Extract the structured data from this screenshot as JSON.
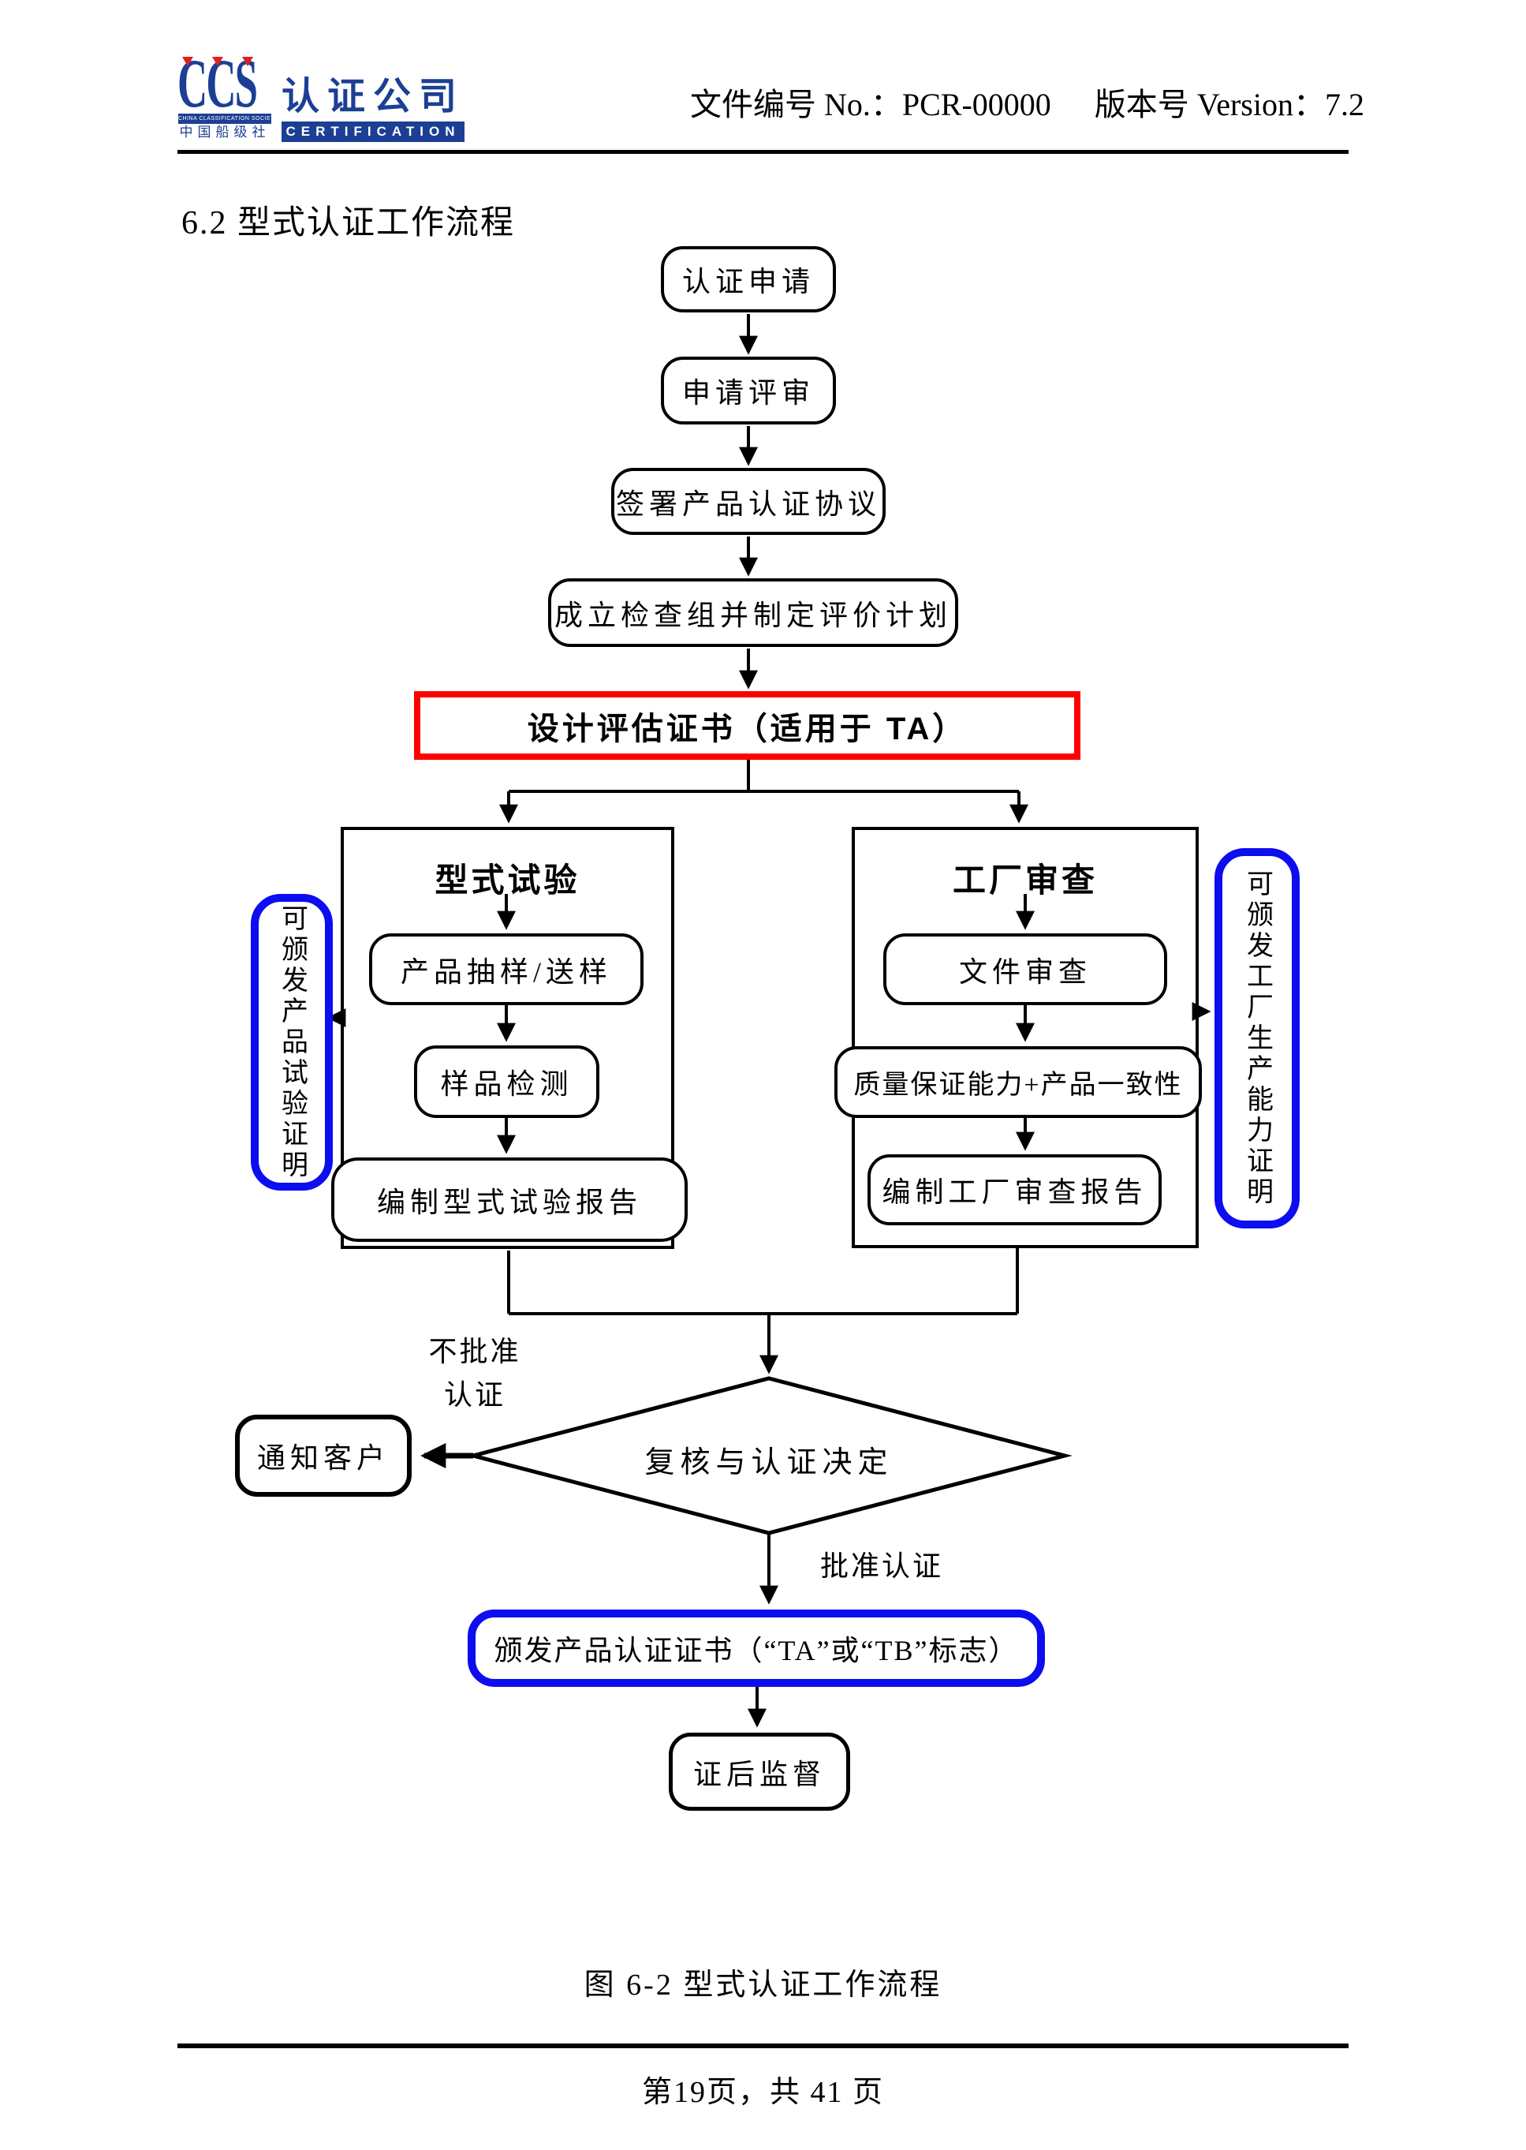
{
  "page": {
    "doc_no": "文件编号 No.：PCR-00000",
    "version": "版本号 Version：7.2",
    "section_title": "6.2 型式认证工作流程",
    "caption": "图 6-2 型式认证工作流程",
    "footer": "第19页，共 41 页"
  },
  "logo": {
    "ccs": "CCS",
    "brand_cn": "认证公司",
    "society_en": "CHINA CLASSIFICATION SOCIETY",
    "society_cn": "中国船级社",
    "certification": "CERTIFICATION",
    "brand_blue": "#1c3f94",
    "accent_red": "#e02020"
  },
  "flow": {
    "apply": "认证申请",
    "app_review": "申请评审",
    "sign_agreement": "签署产品认证协议",
    "setup_team": "成立检查组并制定评价计划",
    "design_cert": "设计评估证书（适用于 TA）",
    "type_test": "型式试验",
    "sampling": "产品抽样/送样",
    "sample_testing": "样品检测",
    "type_test_report": "编制型式试验报告",
    "factory_audit": "工厂审查",
    "doc_review": "文件审查",
    "qa_consistency": "质量保证能力+产品一致性",
    "factory_audit_report": "编制工厂审查报告",
    "left_note": "可颁发产品试验证明",
    "right_note": "可颁发工厂生产能力证明",
    "decision": "复核与认证决定",
    "notify_client": "通知客户",
    "reject_line1": "不批准",
    "reject_line2": "认证",
    "approve": "批准认证",
    "issue_cert": "颁发产品认证证书（“TA”或“TB”标志）",
    "post_surveillance": "证后监督",
    "colors": {
      "line": "#000000",
      "highlight_red": "#fe0000",
      "highlight_blue": "#0d0df0"
    }
  }
}
